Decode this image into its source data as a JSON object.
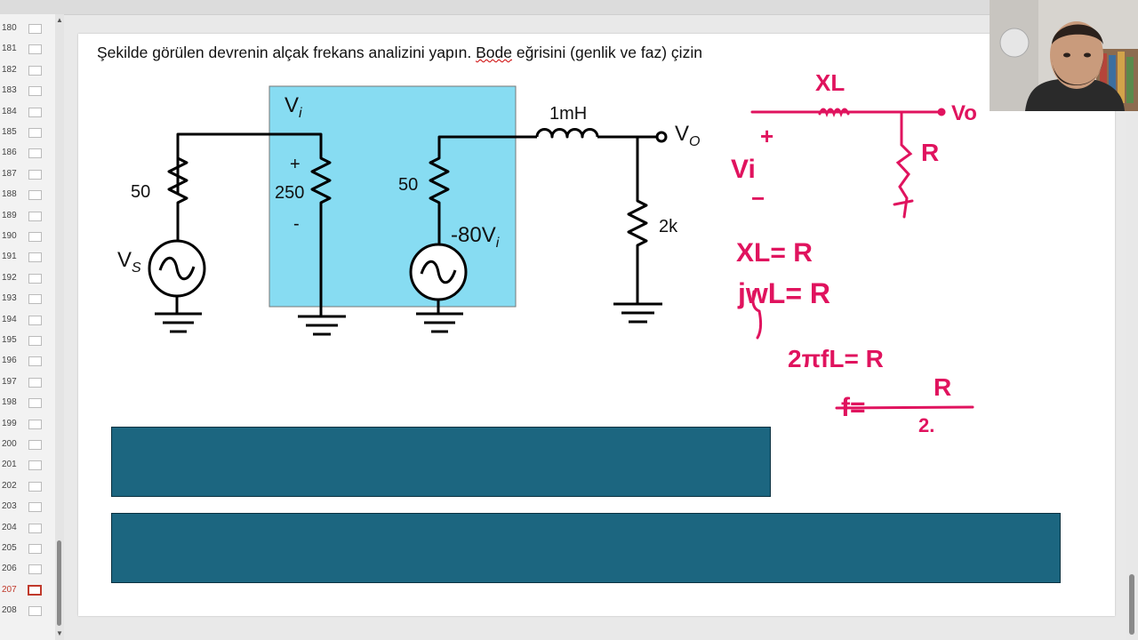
{
  "sidebar": {
    "slide_numbers": [
      "180",
      "181",
      "182",
      "183",
      "184",
      "185",
      "186",
      "187",
      "188",
      "189",
      "190",
      "191",
      "192",
      "193",
      "194",
      "195",
      "196",
      "197",
      "198",
      "199",
      "200",
      "201",
      "202",
      "203",
      "204",
      "205",
      "206",
      "207",
      "208"
    ],
    "active_slide": "207"
  },
  "slide": {
    "question_before": "Şekilde görülen devrenin alçak frekans analizini yapın. ",
    "question_bode": "Bode",
    "question_after": " eğrisini (genlik ve faz) çizin",
    "circuit": {
      "r_source": "50",
      "v_source_main": "V",
      "v_source_sub": "S",
      "v_in_main": "V",
      "v_in_sub": "i",
      "plus": "+",
      "minus": "-",
      "r_in": "250",
      "r_out": "50",
      "dep_source": "-80V",
      "dep_source_sub": "i",
      "inductor": "1mH",
      "v_out_main": "V",
      "v_out_sub": "O",
      "r_load": "2k"
    },
    "handwriting": {
      "xl_label": "XL",
      "vo_label": "Vo",
      "plus": "+",
      "vi_label": "Vi",
      "minus": "−",
      "r_label": "R",
      "eq1": "XL= R",
      "eq2": "jwL= R",
      "eq3": "2πfL= R",
      "eq4_left": "f=",
      "eq4_num": "R",
      "eq4_den": "2."
    },
    "colors": {
      "highlight": "#87dcf2",
      "ink": "#e0135e",
      "answer_box": "#1c6680"
    }
  }
}
